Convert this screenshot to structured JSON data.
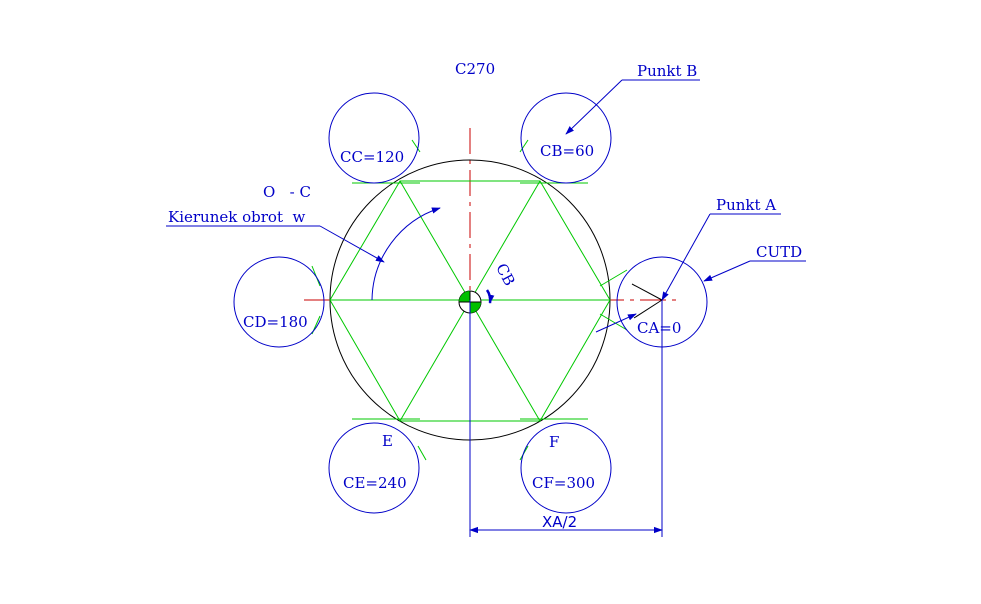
{
  "labels": {
    "c270": "C270",
    "punkt_b": "Punkt B",
    "punkt_a": "Punkt A",
    "cutd": "CUTD",
    "o_c": "O   - C",
    "kierunek": "Kierunek obrot  w",
    "cb_arrow": "CB",
    "xa2": "XA/2",
    "e": "E",
    "f": "F"
  },
  "positions": [
    {
      "name": "ca",
      "text": "CA=0"
    },
    {
      "name": "cb",
      "text": "CB=60"
    },
    {
      "name": "cc",
      "text": "CC=120"
    },
    {
      "name": "cd",
      "text": "CD=180"
    },
    {
      "name": "ce",
      "text": "CE=240"
    },
    {
      "name": "cf",
      "text": "CF=300"
    }
  ],
  "colors": {
    "circle_main": "#000000",
    "hexagon": "#00c800",
    "tool_circle": "#0000c8",
    "centerline": "#c80000",
    "annotation": "#0000c8",
    "center_mark_green": "#00c000"
  }
}
